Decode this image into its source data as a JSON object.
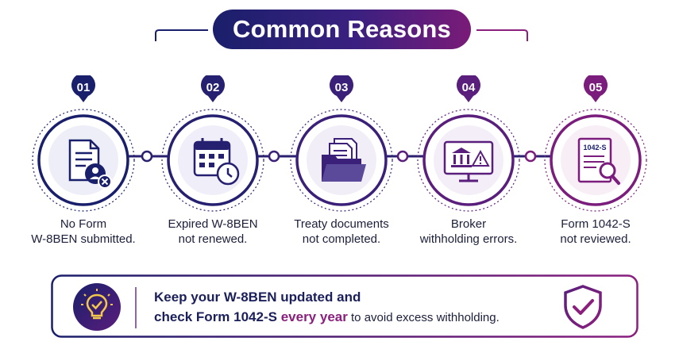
{
  "title": "Common Reasons",
  "colors": {
    "navy": "#1a1f6b",
    "purple": "#6a2182",
    "magenta": "#8a1f7e"
  },
  "steps": [
    {
      "number": "01",
      "icon": "document-x-icon",
      "line1": "No Form",
      "line2": "W-8BEN submitted."
    },
    {
      "number": "02",
      "icon": "calendar-clock-icon",
      "line1": "Expired W-8BEN",
      "line2": "not renewed."
    },
    {
      "number": "03",
      "icon": "folder-documents-icon",
      "line1": "Treaty documents",
      "line2": "not completed."
    },
    {
      "number": "04",
      "icon": "monitor-bank-warning-icon",
      "line1": "Broker",
      "line2": "withholding errors."
    },
    {
      "number": "05",
      "icon": "form-magnifier-icon",
      "line1": "Form 1042-S",
      "line2": "not reviewed.",
      "form_label": "1042-S"
    }
  ],
  "tip": {
    "icon": "lightbulb-check-icon",
    "line1": "Keep your W-8BEN updated and",
    "line2_a": "check Form 1042-S ",
    "line2_em": "every year",
    "line2_b": " to avoid excess withholding.",
    "shield_icon": "shield-check-icon"
  }
}
